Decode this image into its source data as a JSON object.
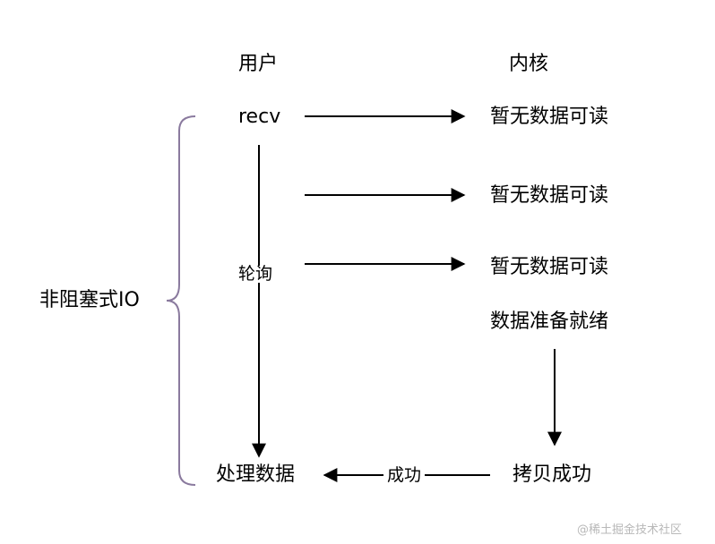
{
  "column_headers": {
    "user": "用户",
    "kernel": "内核"
  },
  "user_side": {
    "recv": "recv",
    "poll_label": "轮询",
    "process_data": "处理数据"
  },
  "kernel_side": {
    "no_data_1": "暂无数据可读",
    "no_data_2": "暂无数据可读",
    "no_data_3": "暂无数据可读",
    "data_ready": "数据准备就绪",
    "copy_success": "拷贝成功"
  },
  "copy_arrow_label": "成功",
  "bracket_label": "非阻塞式IO",
  "watermark": "@稀土掘金技术社区",
  "colors": {
    "bracket": "#8a7a9e",
    "line": "#000000"
  }
}
